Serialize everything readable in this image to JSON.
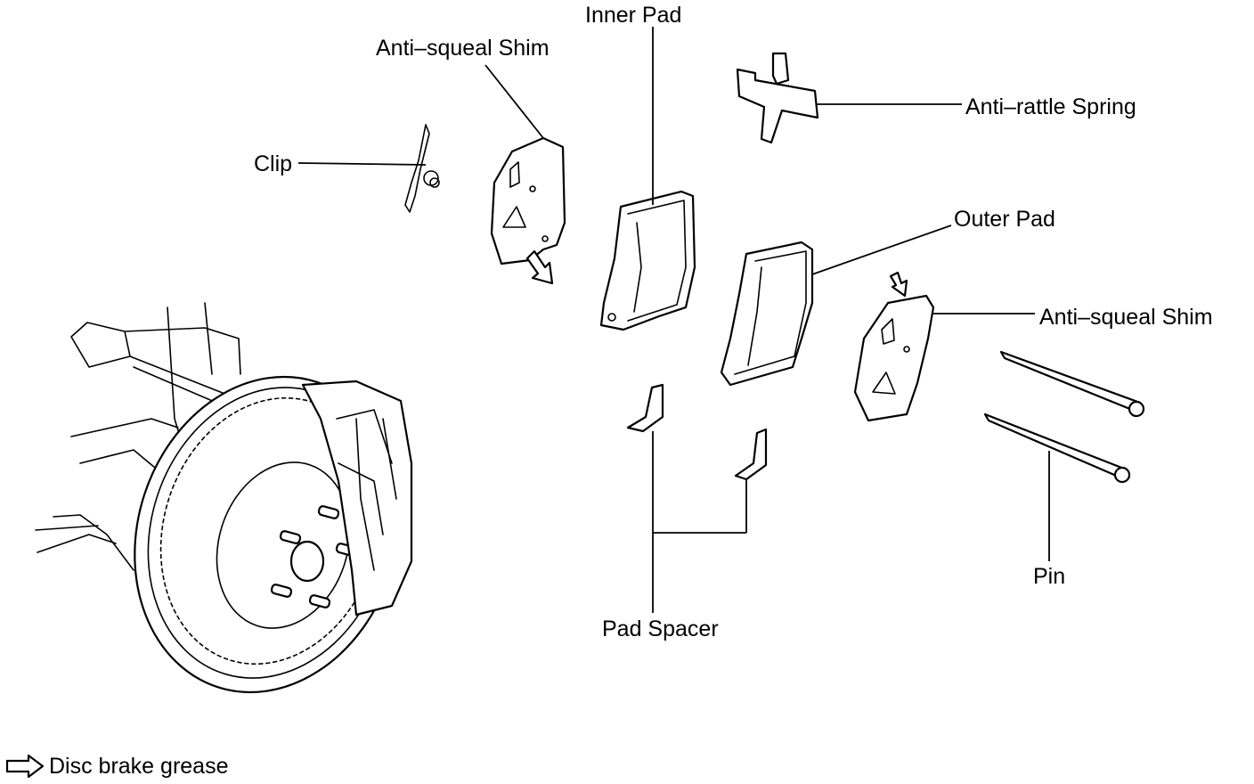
{
  "labels": {
    "inner_pad": "Inner Pad",
    "anti_squeal_shim_left": "Anti–squeal Shim",
    "clip": "Clip",
    "anti_rattle_spring": "Anti–rattle Spring",
    "outer_pad": "Outer Pad",
    "anti_squeal_shim_right": "Anti–squeal Shim",
    "pin": "Pin",
    "pad_spacer": "Pad Spacer"
  },
  "legend": {
    "text": "Disc brake grease",
    "icon": "outline-arrow-icon"
  }
}
